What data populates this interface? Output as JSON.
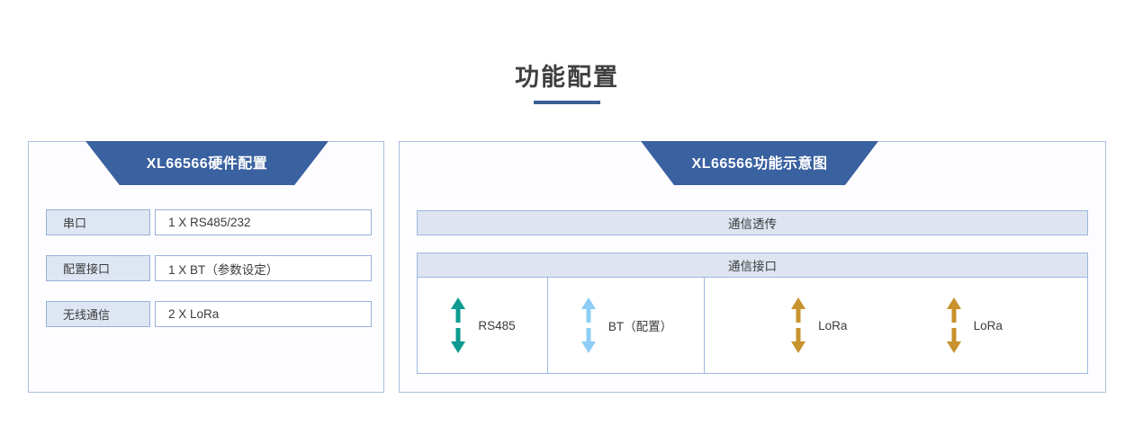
{
  "page": {
    "title": "功能配置",
    "accent_color": "#3a5f94",
    "banner_color": "#3a61a0",
    "border_color": "#a8bee0",
    "label_fill": "#dfe6f3"
  },
  "left_panel": {
    "banner_title": "XL66566硬件配置",
    "rows": [
      {
        "label": "串口",
        "value": "1 X RS485/232"
      },
      {
        "label": "配置接口",
        "value": "1 X BT（参数设定）"
      },
      {
        "label": "无线通信",
        "value": "2 X LoRa"
      }
    ]
  },
  "right_panel": {
    "banner_title": "XL66566功能示意图",
    "transparent_bar": "通信透传",
    "interface_header": "通信接口",
    "interfaces": [
      {
        "label": "RS485",
        "arrow_color": "#0e9a90",
        "icon": "double-arrow-vertical-icon"
      },
      {
        "label": "BT（配置）",
        "arrow_color": "#8ecdf5",
        "icon": "double-arrow-vertical-icon"
      },
      {
        "label": "LoRa",
        "arrow_color": "#c8922c",
        "icon": "double-arrow-vertical-icon"
      },
      {
        "label": "LoRa",
        "arrow_color": "#c8922c",
        "icon": "double-arrow-vertical-icon"
      }
    ]
  }
}
